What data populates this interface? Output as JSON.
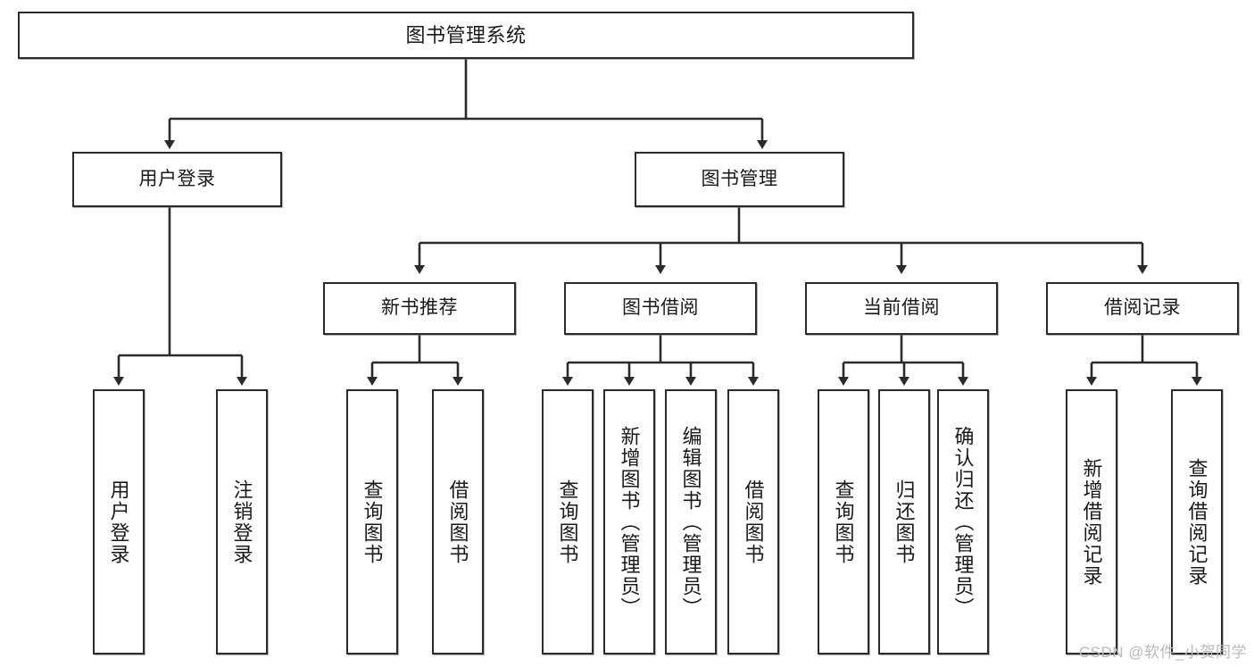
{
  "diagram": {
    "title": "图书管理系统",
    "type": "functional-structure-tree",
    "watermark": "CSDN @软件_小贺同学",
    "colors": {
      "box_border": "#2b2b2b",
      "box_fill": "#ffffff",
      "edge": "#2b2b2b",
      "watermark": "#b9b9b9",
      "background": "#ffffff"
    },
    "levels": {
      "root": {
        "label": "图书管理系统"
      },
      "level2": [
        {
          "id": "user-login",
          "label": "用户登录"
        },
        {
          "id": "book-manage",
          "label": "图书管理"
        }
      ],
      "level3": [
        {
          "id": "new-book-recommend",
          "label": "新书推荐",
          "parent": "book-manage"
        },
        {
          "id": "book-borrow",
          "label": "图书借阅",
          "parent": "book-manage"
        },
        {
          "id": "current-borrow",
          "label": "当前借阅",
          "parent": "book-manage"
        },
        {
          "id": "borrow-record",
          "label": "借阅记录",
          "parent": "book-manage"
        }
      ],
      "leaves": [
        {
          "id": "leaf-user-login",
          "label": "用户登录",
          "parent": "user-login"
        },
        {
          "id": "leaf-logout-login",
          "label": "注销登录",
          "parent": "user-login"
        },
        {
          "id": "leaf-query-book-1",
          "label": "查询图书",
          "parent": "new-book-recommend"
        },
        {
          "id": "leaf-borrow-book-1",
          "label": "借阅图书",
          "parent": "new-book-recommend"
        },
        {
          "id": "leaf-query-book-2",
          "label": "查询图书",
          "parent": "book-borrow"
        },
        {
          "id": "leaf-add-book",
          "label": "新增图书（管理员）",
          "parent": "book-borrow"
        },
        {
          "id": "leaf-edit-book",
          "label": "编辑图书（管理员）",
          "parent": "book-borrow"
        },
        {
          "id": "leaf-borrow-book-2",
          "label": "借阅图书",
          "parent": "book-borrow"
        },
        {
          "id": "leaf-query-book-3",
          "label": "查询图书",
          "parent": "current-borrow"
        },
        {
          "id": "leaf-return-book",
          "label": "归还图书",
          "parent": "current-borrow"
        },
        {
          "id": "leaf-confirm-return",
          "label": "确认归还（管理员）",
          "parent": "current-borrow"
        },
        {
          "id": "leaf-add-borrow-record",
          "label": "新增借阅记录",
          "parent": "borrow-record"
        },
        {
          "id": "leaf-query-borrow-record",
          "label": "查询借阅记录",
          "parent": "borrow-record"
        }
      ]
    }
  }
}
